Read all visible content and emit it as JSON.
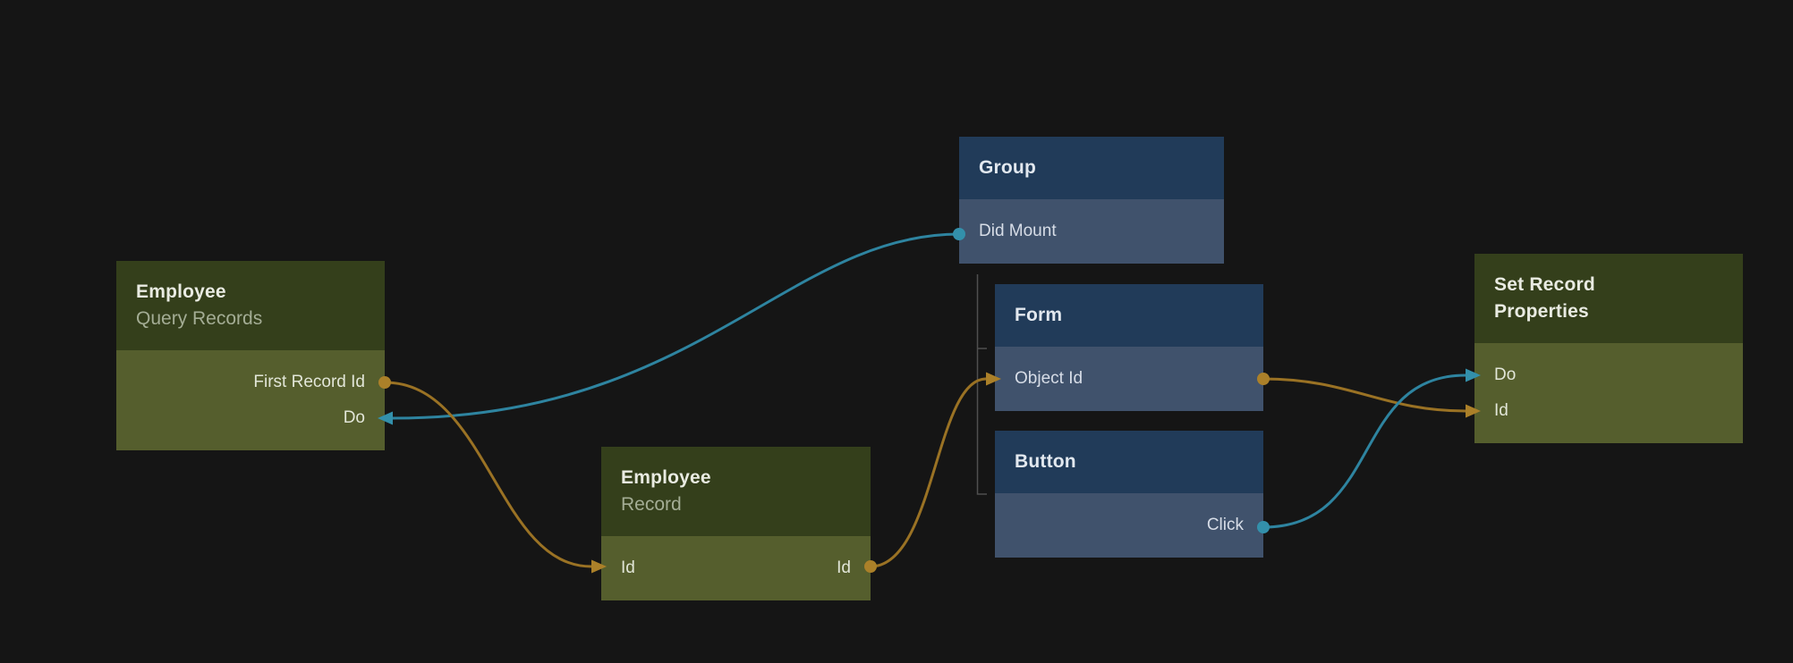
{
  "canvas": {
    "kind": "node-graph-editor"
  },
  "colors": {
    "background": "#151515",
    "signal_wire": "#2E84A0",
    "signal_marker": "#3390AB",
    "data_wire": "#9A7224",
    "data_marker": "#AB8029",
    "tree_line": "#4F4F4F",
    "green_header": "#343F1B",
    "green_body": "#555E2D",
    "blue_header": "#213B59",
    "blue_body": "#40526C"
  },
  "nodes": [
    {
      "title": "Employee",
      "subtitle": "Query Records",
      "kind": "green",
      "ports": [
        {
          "label": "First Record Id",
          "side": "right",
          "role": "data-output"
        },
        {
          "label": "Do",
          "side": "right",
          "role": "signal-input"
        }
      ]
    },
    {
      "title": "Group",
      "kind": "blue",
      "ports": [
        {
          "label": "Did Mount",
          "side": "left",
          "role": "signal-output"
        }
      ]
    },
    {
      "title": "Form",
      "kind": "blue",
      "ports": [
        {
          "label": "Object Id",
          "side": "left",
          "role": "data-input-output"
        }
      ]
    },
    {
      "title": "Button",
      "kind": "blue",
      "ports": [
        {
          "label": "Click",
          "side": "right",
          "role": "signal-output"
        }
      ]
    },
    {
      "title": "Employee",
      "subtitle": "Record",
      "kind": "green",
      "ports": [
        {
          "label": "Id",
          "side": "left",
          "role": "data-input"
        },
        {
          "label": "Id",
          "side": "right",
          "role": "data-output"
        }
      ]
    },
    {
      "title": "Set Record Properties",
      "kind": "green",
      "ports": [
        {
          "label": "Do",
          "side": "left",
          "role": "signal-input"
        },
        {
          "label": "Id",
          "side": "left",
          "role": "data-input"
        }
      ]
    }
  ],
  "connections": [
    {
      "type": "signal",
      "from": "Group / Did Mount",
      "to": "Employee Query Records / Do"
    },
    {
      "type": "data",
      "from": "Employee Query Records / First Record Id",
      "to": "Employee Record / Id"
    },
    {
      "type": "data",
      "from": "Employee Record / Id",
      "to": "Form / Object Id"
    },
    {
      "type": "data",
      "from": "Form / Object Id",
      "to": "Set Record Properties / Id"
    },
    {
      "type": "signal",
      "from": "Button / Click",
      "to": "Set Record Properties / Do"
    }
  ],
  "hierarchy": {
    "parent": "Group",
    "children": [
      "Form",
      "Button"
    ]
  }
}
